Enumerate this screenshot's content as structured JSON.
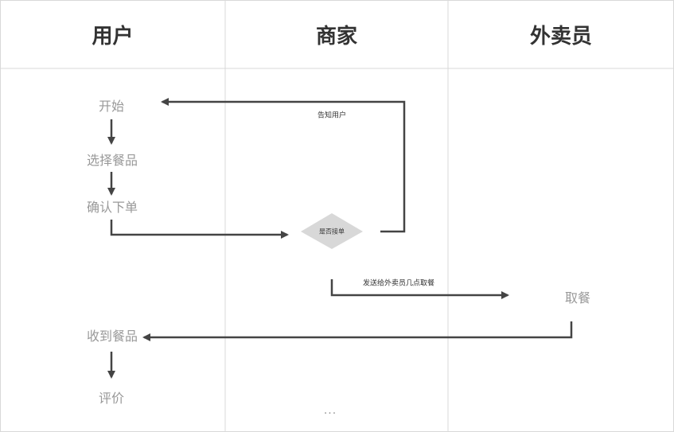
{
  "lanes": [
    {
      "title": "用户"
    },
    {
      "title": "商家"
    },
    {
      "title": "外卖员"
    }
  ],
  "steps": {
    "start": "开始",
    "choose": "选择餐品",
    "confirm": "确认下单",
    "receive": "收到餐品",
    "review": "评价",
    "pickup": "取餐"
  },
  "decision": {
    "label": "是否接单"
  },
  "edges": {
    "notify_user": "告知用户",
    "send_courier": "发送给外卖员几点取餐"
  },
  "ellipsis": "...",
  "colors": {
    "line": "#444444",
    "border": "#d9d9d9",
    "decision_fill": "#d8d8d8",
    "step_text": "#999999",
    "header_text": "#333333"
  }
}
